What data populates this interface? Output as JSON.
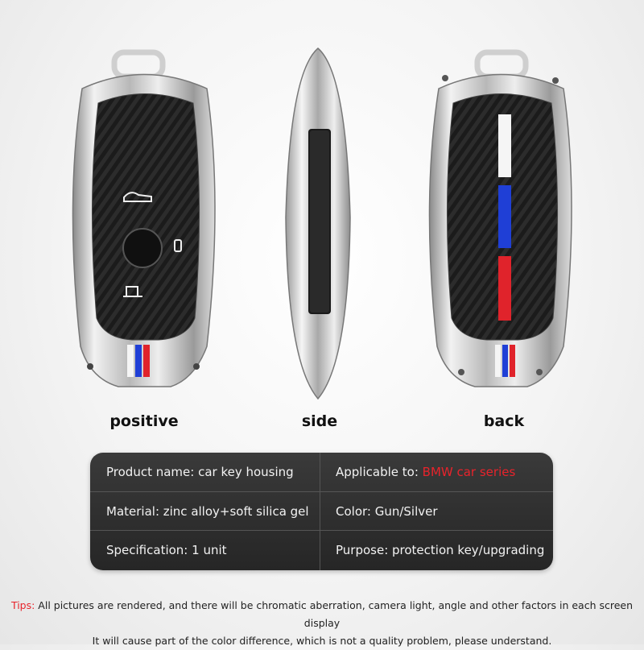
{
  "views": {
    "positive_label": "positive",
    "side_label": "side",
    "back_label": "back"
  },
  "specs": {
    "product_name": "Product name: car key housing",
    "applicable_prefix": "Applicable to: ",
    "applicable_value": "BMW car series",
    "material": "Material: zinc alloy+soft silica gel",
    "color": "Color: Gun/Silver",
    "specification": "Specification: 1 unit",
    "purpose": "Purpose: protection key/upgrading"
  },
  "tips": {
    "label": "Tips:",
    "line1": " All pictures are rendered, and there will be chromatic aberration, camera light, angle and other factors in each screen display",
    "line2": "It will cause part of the color difference, which is not a quality problem, please understand."
  },
  "colors": {
    "accent_red": "#e8232b",
    "stripe_white": "#f5f5f5",
    "stripe_blue": "#1f3fd6",
    "stripe_red": "#e0232b",
    "chrome": "#c8c8c8",
    "carbon": "#1e1e1e"
  }
}
